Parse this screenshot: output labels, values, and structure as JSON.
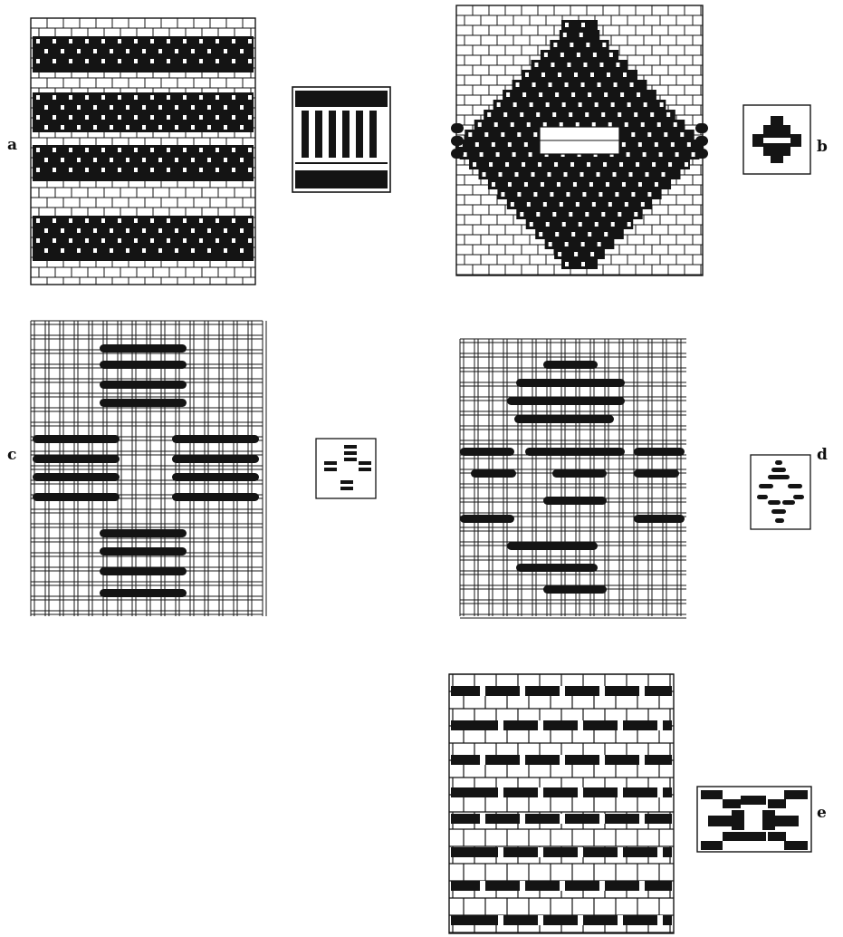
{
  "figure": {
    "panels": [
      {
        "label": "a",
        "weave": "bands",
        "inset": "stripes"
      },
      {
        "label": "b",
        "weave": "diamond",
        "inset": "diamond-with-bar"
      },
      {
        "label": "c",
        "weave": "open-float-cross",
        "inset": "float-cross"
      },
      {
        "label": "d",
        "weave": "open-float-diamond",
        "inset": "float-diamond"
      },
      {
        "label": "e",
        "weave": "float-stripes",
        "inset": "stepped-diamond"
      }
    ],
    "colors": {
      "ink": "#141414",
      "paper": "#ffffff"
    }
  }
}
